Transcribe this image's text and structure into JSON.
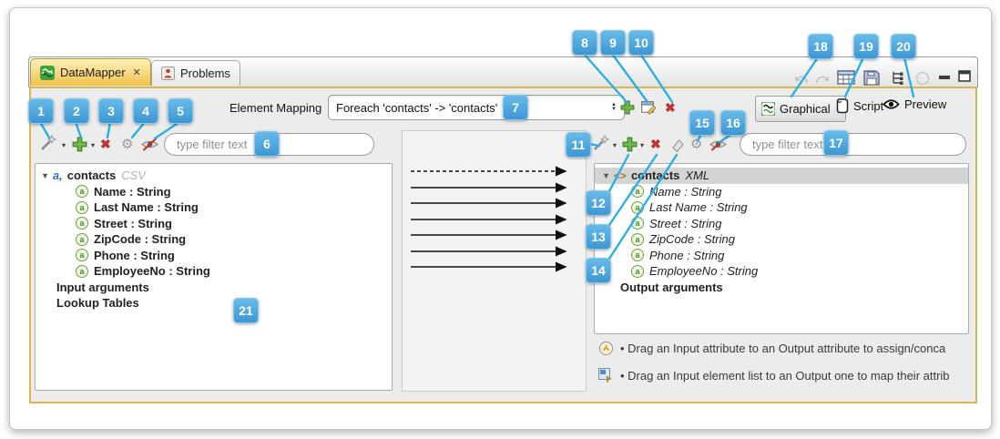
{
  "tabs": {
    "datamapper": {
      "label": "DataMapper",
      "close_glyph": "✕"
    },
    "problems": {
      "label": "Problems"
    }
  },
  "element_mapping": {
    "label": "Element Mapping",
    "value": "Foreach 'contacts' -> 'contacts'"
  },
  "view_switch": {
    "graphical": "Graphical",
    "script": "Script",
    "preview": "Preview"
  },
  "left_panel": {
    "filter_placeholder": "type filter text",
    "tree": {
      "root_prefix": "a,",
      "root_label": "contacts",
      "root_type": "CSV",
      "items": [
        "Name : String",
        "Last Name : String",
        "Street : String",
        "ZipCode : String",
        "Phone : String",
        "EmployeeNo : String"
      ],
      "sections": [
        "Input arguments",
        "Lookup Tables"
      ]
    }
  },
  "right_panel": {
    "filter_placeholder": "type filter text",
    "tree": {
      "root_prefix": "<>",
      "root_label": "contacts",
      "root_type": "XML",
      "items": [
        "Name : String",
        "Last Name : String",
        "Street : String",
        "ZipCode : String",
        "Phone : String",
        "EmployeeNo : String"
      ],
      "sections": [
        "Output arguments"
      ]
    },
    "hints": [
      "• Drag an Input attribute to an Output attribute to assign/conca",
      "• Drag an Input element list to an Output one to map their attrib"
    ]
  },
  "icons": {
    "attr_letter": "a",
    "gear": "⚙",
    "caret": "▾",
    "tree_arrow": "▼",
    "delete_x": "✖",
    "stepper_up": "▲",
    "stepper_down": "▼"
  },
  "badges": [
    "1",
    "2",
    "3",
    "4",
    "5",
    "6",
    "7",
    "8",
    "9",
    "10",
    "11",
    "12",
    "13",
    "14",
    "15",
    "16",
    "17",
    "18",
    "19",
    "20",
    "21"
  ],
  "colors": {
    "badge_blue": "#4aa3dd",
    "callout_line": "#29b0e6",
    "active_border_gold": "#d8b84c",
    "tab_gold": "#f0c24b",
    "attr_green": "#69a33e",
    "delete_red": "#c53030"
  }
}
